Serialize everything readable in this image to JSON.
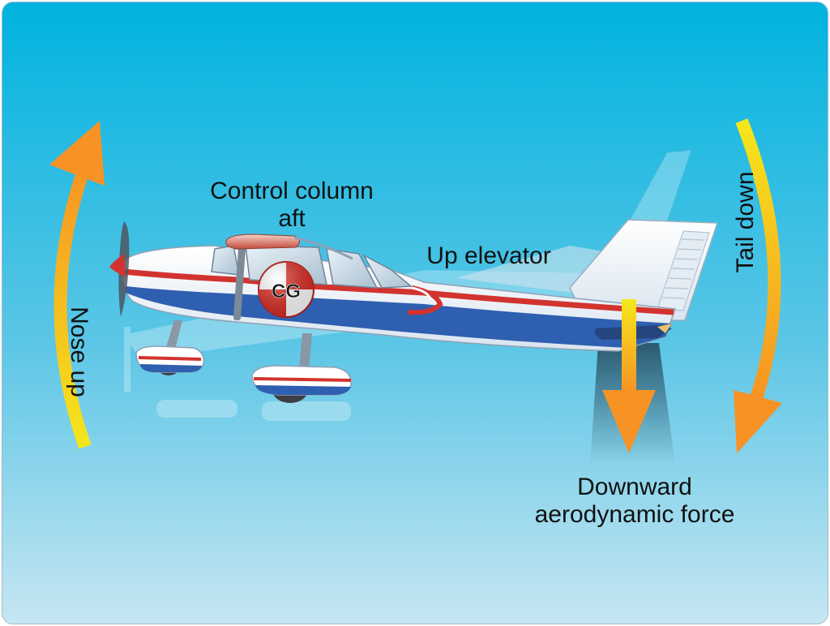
{
  "labels": {
    "control_column_line1": "Control column",
    "control_column_line2": "aft",
    "up_elevator": "Up elevator",
    "cg": "CG",
    "nose_up": "Nose up",
    "tail_down": "Tail down",
    "downward_line1": "Downward",
    "downward_line2": "aerodynamic force"
  },
  "colors": {
    "sky_top": "#00b3df",
    "sky_bottom": "#c6e6f2",
    "arrow_orange": "#f79224",
    "arrow_yellow": "#f5e71b",
    "fuselage_blue": "#2f5fb0",
    "stripe_red": "#d2332f",
    "cg_red": "#d8261c"
  }
}
